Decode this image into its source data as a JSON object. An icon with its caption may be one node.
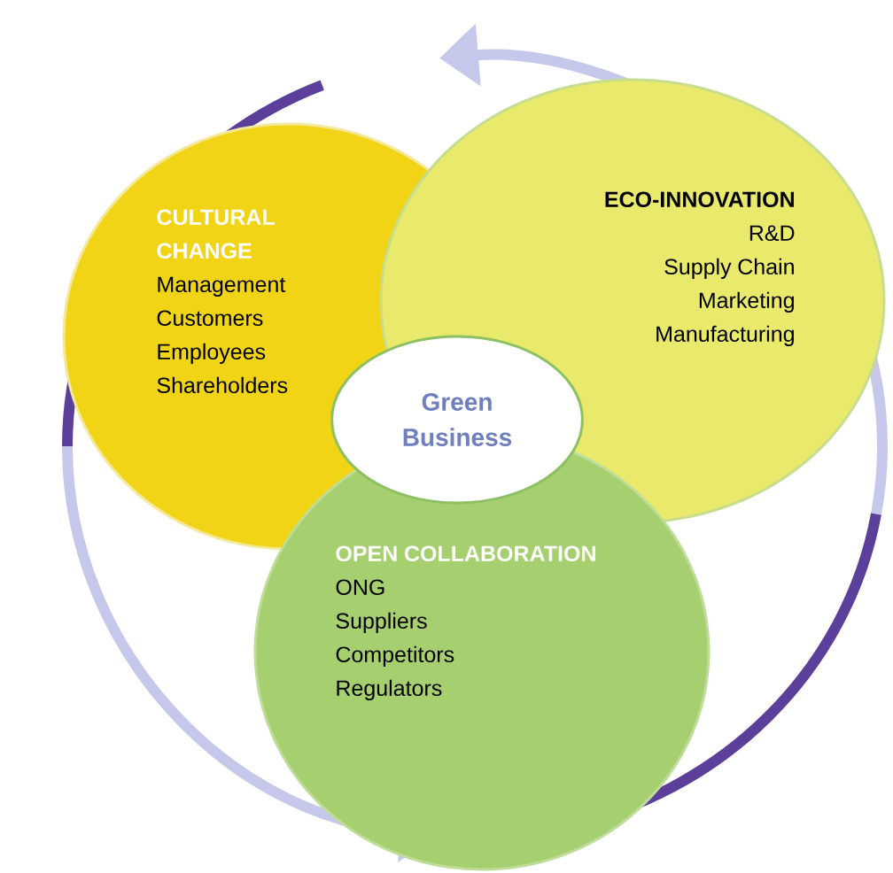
{
  "diagram": {
    "nodes": [
      {
        "text": [
          "CULTURAL CHANGE",
          "Management",
          "Customers",
          "Employees",
          "Shareholders"
        ]
      },
      {
        "text": [
          "ECO-INNOVATION",
          "R&D",
          "Supply Chain",
          "Marketing",
          "Manufacturing"
        ]
      },
      {
        "text": [
          "OPEN COLLABORATION",
          "ONG",
          "Suppliers",
          "Competitors",
          "Regulators"
        ]
      },
      {
        "text": [
          "Green Business"
        ]
      }
    ]
  }
}
